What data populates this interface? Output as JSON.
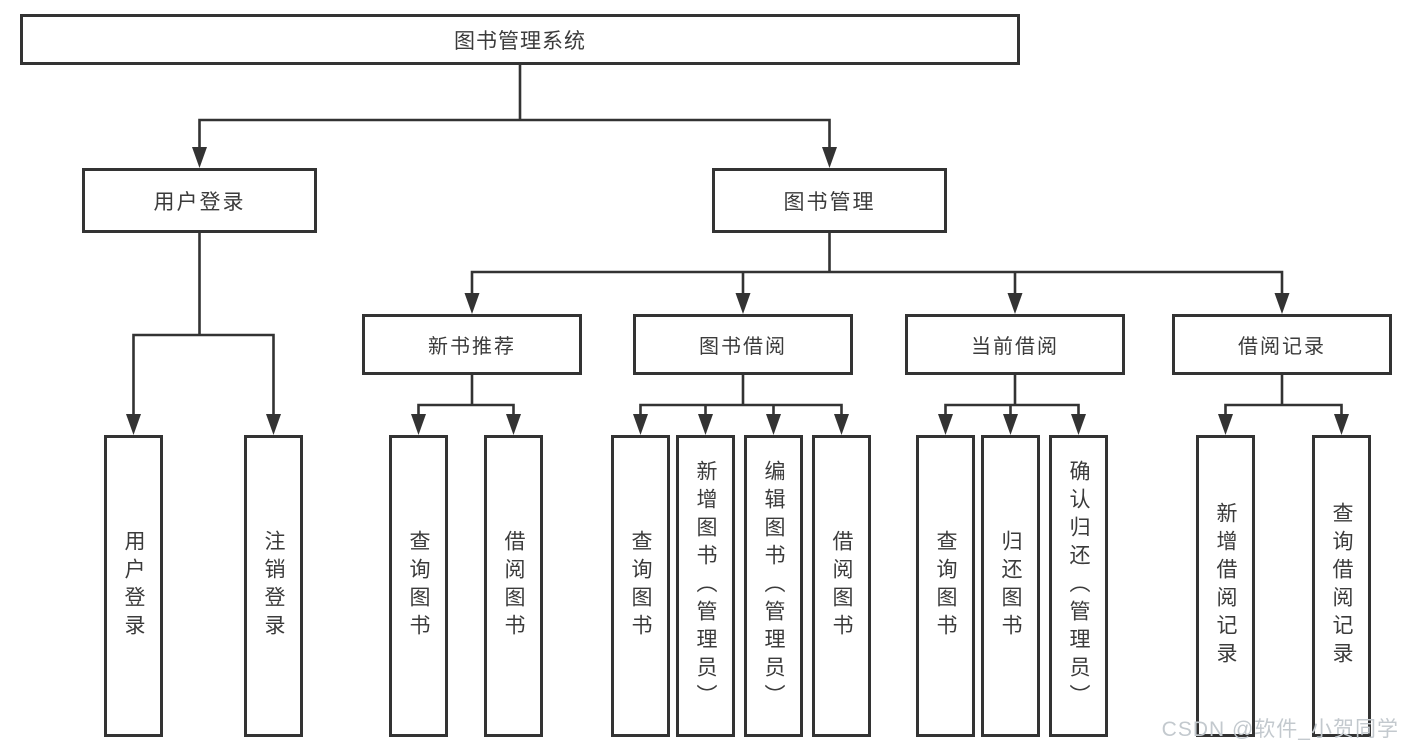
{
  "tree": {
    "root": "图书管理系统",
    "level2": [
      {
        "label": "用户登录",
        "children": [
          "用户登录",
          "注销登录"
        ]
      },
      {
        "label": "图书管理"
      }
    ],
    "level3": [
      {
        "label": "新书推荐",
        "children": [
          "查询图书",
          "借阅图书"
        ]
      },
      {
        "label": "图书借阅",
        "children": [
          "查询图书",
          "新增图书（管理员）",
          "编辑图书（管理员）",
          "借阅图书"
        ]
      },
      {
        "label": "当前借阅",
        "children": [
          "查询图书",
          "归还图书",
          "确认归还（管理员）"
        ]
      },
      {
        "label": "借阅记录",
        "children": [
          "新增借阅记录",
          "查询借阅记录"
        ]
      }
    ]
  },
  "watermark": {
    "text": "CSDN @软件_小贺同学"
  },
  "colors": {
    "line": "#333333",
    "node_border": "#333333",
    "text": "#3b3b3b",
    "background": "#ffffff",
    "watermark": "#c3c9ce"
  }
}
